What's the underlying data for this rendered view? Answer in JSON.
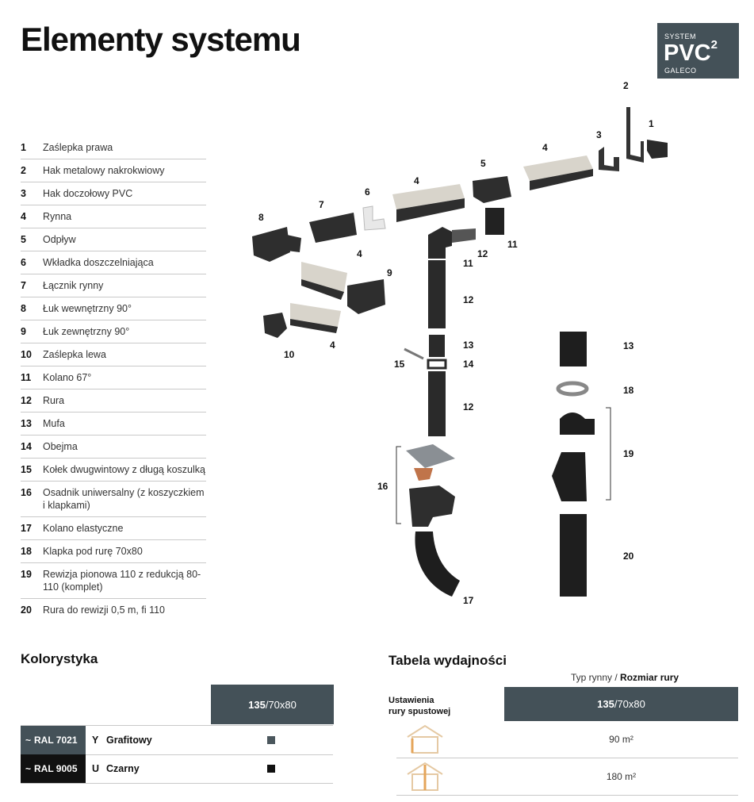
{
  "title": "Elementy systemu",
  "logo": {
    "line1": "SYSTEM",
    "main": "PVC",
    "sup": "2",
    "line3": "GALECO"
  },
  "legend": [
    {
      "num": "1",
      "text": "Zaślepka prawa"
    },
    {
      "num": "2",
      "text": "Hak metalowy nakrokwiowy"
    },
    {
      "num": "3",
      "text": "Hak doczołowy PVC"
    },
    {
      "num": "4",
      "text": "Rynna"
    },
    {
      "num": "5",
      "text": "Odpływ"
    },
    {
      "num": "6",
      "text": "Wkładka doszczelniająca"
    },
    {
      "num": "7",
      "text": "Łącznik rynny"
    },
    {
      "num": "8",
      "text": "Łuk wewnętrzny 90°"
    },
    {
      "num": "9",
      "text": "Łuk zewnętrzny 90°"
    },
    {
      "num": "10",
      "text": "Zaślepka lewa"
    },
    {
      "num": "11",
      "text": "Kolano 67°"
    },
    {
      "num": "12",
      "text": "Rura"
    },
    {
      "num": "13",
      "text": "Mufa"
    },
    {
      "num": "14",
      "text": "Obejma"
    },
    {
      "num": "15",
      "text": "Kołek dwugwintowy z długą koszulką"
    },
    {
      "num": "16",
      "text": "Osadnik uniwersalny (z koszyczkiem i klapkami)"
    },
    {
      "num": "17",
      "text": "Kolano elastyczne"
    },
    {
      "num": "18",
      "text": "Klapka pod rurę 70x80"
    },
    {
      "num": "19",
      "text": "Rewizja pionowa 110 z redukcją 80-110 (komplet)"
    },
    {
      "num": "20",
      "text": "Rura do rewizji 0,5 m, fi 110"
    }
  ],
  "callouts": [
    "2",
    "1",
    "3",
    "4",
    "5",
    "4",
    "6",
    "7",
    "8",
    "4",
    "9",
    "11",
    "12",
    "11",
    "12",
    "13",
    "15",
    "14",
    "12",
    "10",
    "4",
    "13",
    "18",
    "19",
    "16",
    "20",
    "17"
  ],
  "kolorystyka": {
    "heading": "Kolorystyka",
    "column_bold": "135",
    "column_rest": "/70x80",
    "rows": [
      {
        "prefix": "~",
        "ral": "RAL 7021",
        "letter": "Y",
        "name": "Grafitowy",
        "ral_bg": "#445158",
        "swatch": "#4b575d"
      },
      {
        "prefix": "~",
        "ral": "RAL 9005",
        "letter": "U",
        "name": "Czarny",
        "ral_bg": "#111111",
        "swatch": "#111111"
      }
    ]
  },
  "wydajnosc": {
    "heading": "Tabela wydajności",
    "typ_label": "Typ rynny / ",
    "typ_bold": "Rozmiar rury",
    "ustawienia_line1": "Ustawienia",
    "ustawienia_line2": "rury spustowej",
    "column_bold": "135",
    "column_rest": "/70x80",
    "rows": [
      {
        "value": "90 m²"
      },
      {
        "value": "180 m²"
      }
    ]
  },
  "colors": {
    "accent": "#445158",
    "house_stroke": "#e5c9a3"
  }
}
